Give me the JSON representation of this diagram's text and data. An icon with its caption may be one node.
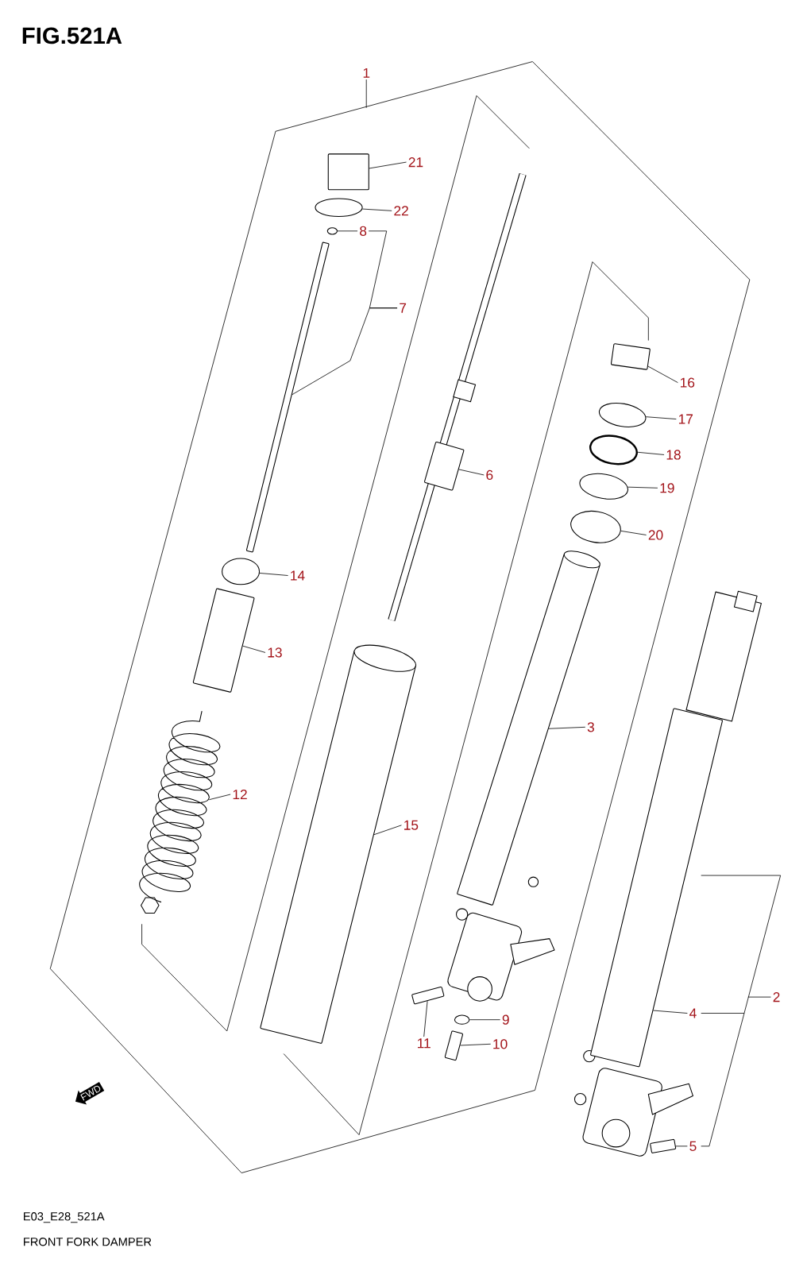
{
  "diagram": {
    "title": "FIG.521A",
    "caption": "FRONT FORK DAMPER",
    "nodes": [
      {
        "text": [
          "1"
        ]
      },
      {
        "text": [
          "21"
        ]
      },
      {
        "text": [
          "22"
        ]
      },
      {
        "text": [
          "8"
        ]
      },
      {
        "text": [
          "7"
        ]
      },
      {
        "text": [
          "16"
        ]
      },
      {
        "text": [
          "17"
        ]
      },
      {
        "text": [
          "18"
        ]
      },
      {
        "text": [
          "19"
        ]
      },
      {
        "text": [
          "6"
        ]
      },
      {
        "text": [
          "20"
        ]
      },
      {
        "text": [
          "14"
        ]
      },
      {
        "text": [
          "13"
        ]
      },
      {
        "text": [
          "3"
        ]
      },
      {
        "text": [
          "12"
        ]
      },
      {
        "text": [
          "15"
        ]
      },
      {
        "text": [
          "2"
        ]
      },
      {
        "text": [
          "4"
        ]
      },
      {
        "text": [
          "9"
        ]
      },
      {
        "text": [
          "10"
        ]
      },
      {
        "text": [
          "11"
        ]
      },
      {
        "text": [
          "5"
        ]
      },
      {
        "text": [],
        "shape": "box"
      },
      {
        "text": [],
        "shape": "circle"
      },
      {
        "text": [],
        "shape": "circle"
      },
      {
        "text": [],
        "shape": "box"
      },
      {
        "text": [],
        "shape": "box"
      },
      {
        "text": [],
        "shape": "circle"
      },
      {
        "text": [],
        "shape": "circle"
      },
      {
        "text": [],
        "shape": "circle"
      },
      {
        "text": [],
        "shape": "circle"
      },
      {
        "text": [],
        "shape": "box"
      },
      {
        "text": [],
        "shape": "circle"
      },
      {
        "text": [],
        "shape": "box"
      },
      {
        "text": [],
        "shape": "picture"
      },
      {
        "text": [],
        "shape": "picture"
      },
      {
        "text": [],
        "shape": "picture"
      },
      {
        "text": [],
        "shape": "box"
      },
      {
        "text": [],
        "shape": "box"
      },
      {
        "text": [],
        "shape": "circle"
      },
      {
        "text": [],
        "shape": "box"
      },
      {
        "text": [],
        "shape": "box"
      }
    ],
    "edges": [
      {
        "from": 0,
        "to": null,
        "arrow": "none"
      },
      {
        "from": 1,
        "to": 22,
        "arrow": "none"
      },
      {
        "from": 2,
        "to": 23,
        "arrow": "none"
      },
      {
        "from": 3,
        "to": 24,
        "arrow": "none"
      },
      {
        "from": 4,
        "to": 25,
        "arrow": "none"
      },
      {
        "from": 5,
        "to": 26,
        "arrow": "none"
      },
      {
        "from": 6,
        "to": 27,
        "arrow": "none"
      },
      {
        "from": 7,
        "to": 28,
        "arrow": "none"
      },
      {
        "from": 8,
        "to": 29,
        "arrow": "none"
      },
      {
        "from": 9,
        "to": 31,
        "arrow": "none"
      },
      {
        "from": 10,
        "to": 30,
        "arrow": "none"
      },
      {
        "from": 11,
        "to": 32,
        "arrow": "none"
      },
      {
        "from": 12,
        "to": 33,
        "arrow": "none"
      },
      {
        "from": 13,
        "to": 36,
        "arrow": "none"
      },
      {
        "from": 14,
        "to": 34,
        "arrow": "none"
      },
      {
        "from": 15,
        "to": 35,
        "arrow": "none"
      },
      {
        "from": 16,
        "to": null,
        "arrow": "none"
      },
      {
        "from": 17,
        "to": 37,
        "arrow": "none"
      },
      {
        "from": 18,
        "to": 39,
        "arrow": "none"
      },
      {
        "from": 19,
        "to": 40,
        "arrow": "none"
      },
      {
        "from": 20,
        "to": 41,
        "arrow": "none"
      },
      {
        "from": 21,
        "to": 38,
        "arrow": "none"
      },
      {
        "from": 4,
        "to": 3,
        "arrow": "none"
      }
    ],
    "labels": [
      "FWD",
      "E03_E28_521A"
    ]
  }
}
